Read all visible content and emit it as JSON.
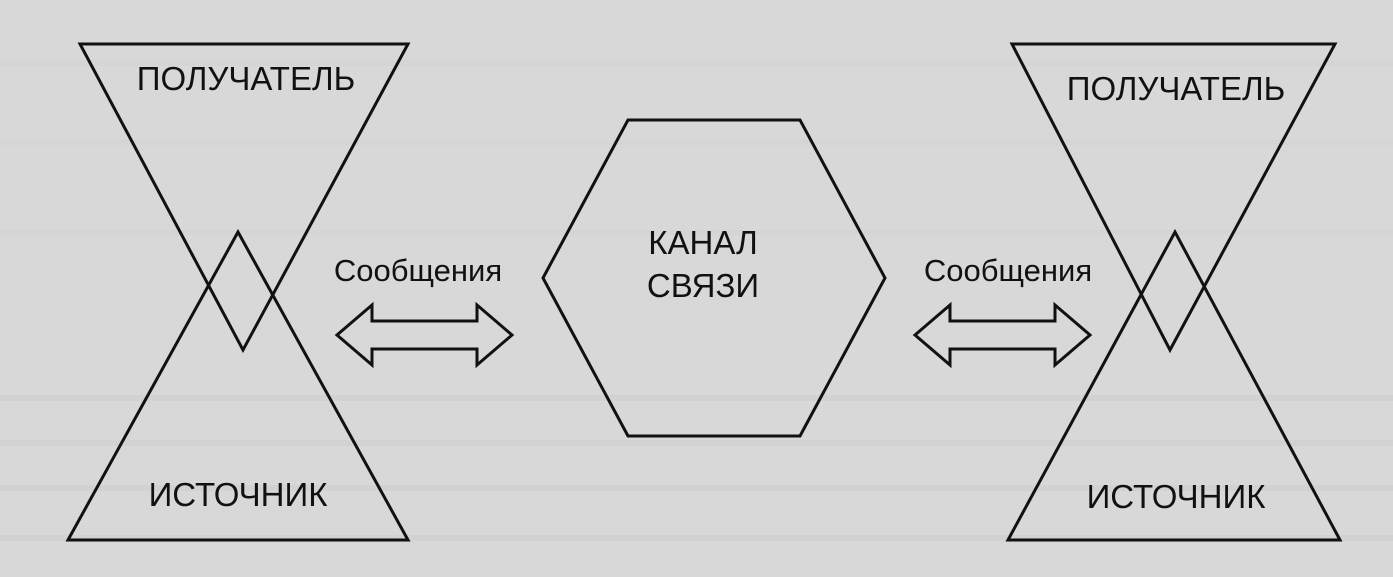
{
  "left_group": {
    "receiver_label": "ПОЛУЧАТЕЛЬ",
    "source_label": "ИСТОЧНИК",
    "message_label": "Сообщения"
  },
  "channel": {
    "line1": "КАНАЛ",
    "line2": "СВЯЗИ"
  },
  "right_group": {
    "receiver_label": "ПОЛУЧАТЕЛЬ",
    "source_label": "ИСТОЧНИК",
    "message_label": "Сообщения"
  },
  "colors": {
    "background": "#d8d8d8",
    "ink": "#111111"
  }
}
